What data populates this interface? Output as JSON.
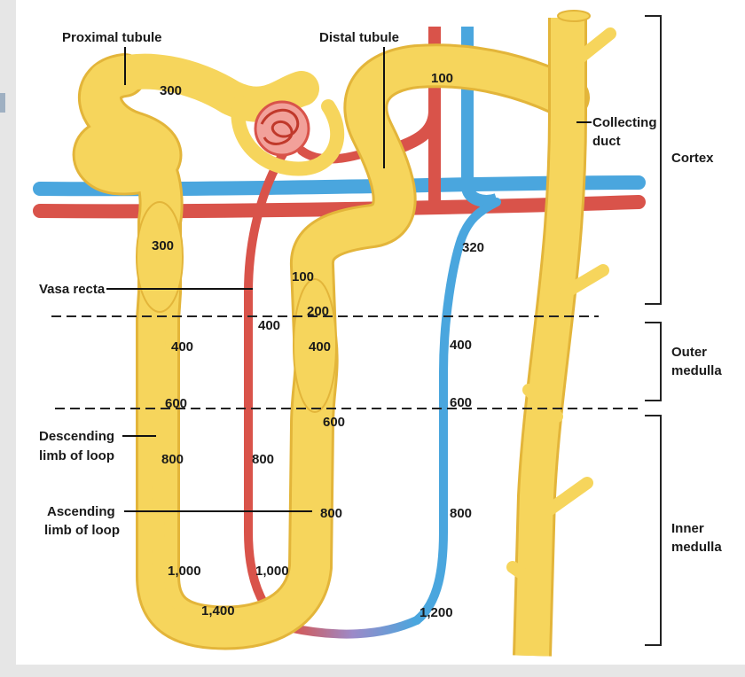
{
  "labels": {
    "proximal_tubule": "Proximal tubule",
    "distal_tubule": "Distal tubule",
    "collecting_duct_line1": "Collecting",
    "collecting_duct_line2": "duct",
    "vasa_recta": "Vasa recta",
    "descending_line1": "Descending",
    "descending_line2": "limb of loop",
    "ascending_line1": "Ascending",
    "ascending_line2": "limb of loop"
  },
  "zones": {
    "cortex": "Cortex",
    "outer_medulla_line1": "Outer",
    "outer_medulla_line2": "medulla",
    "inner_medulla_line1": "Inner",
    "inner_medulla_line2": "medulla"
  },
  "osmolarity": {
    "prox_top": "300",
    "prox_bottom": "300",
    "distal_top": "100",
    "asc_100": "100",
    "asc_200": "200",
    "asc_400": "400",
    "asc_600": "600",
    "asc_800": "800",
    "desc_400": "400",
    "desc_600": "600",
    "desc_800": "800",
    "desc_1000": "1,000",
    "loop_bottom": "1,400",
    "vasa_400": "400",
    "vasa_800": "800",
    "vasa_1000": "1,000",
    "vein_320": "320",
    "vein_400": "400",
    "vein_600": "600",
    "vein_800": "800",
    "vein_bottom": "1,200"
  },
  "colors": {
    "tubule": "#f6d55c",
    "tubule_edge": "#e3b53a",
    "artery": "#d9534a",
    "vein": "#4aa6de",
    "background": "#ffffff"
  }
}
